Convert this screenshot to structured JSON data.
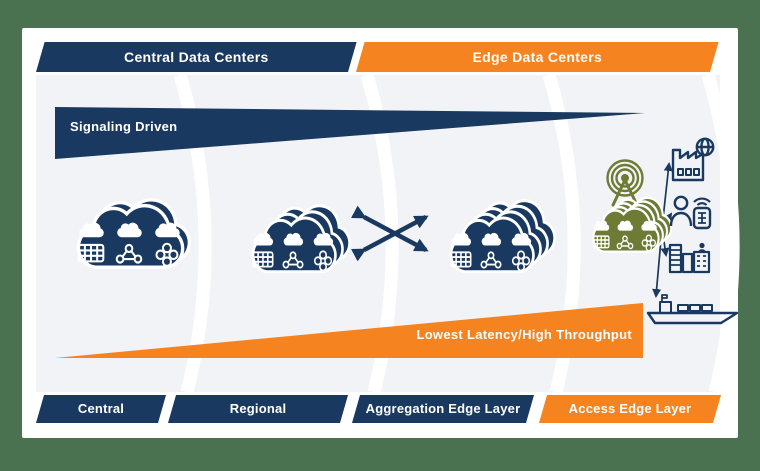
{
  "header": {
    "central_label": "Central Data Centers",
    "edge_label": "Edge Data Centers"
  },
  "flow": {
    "signaling_label": "Signaling Driven",
    "latency_label": "Lowest Latency/High Throughput"
  },
  "layers": [
    {
      "label": "Central",
      "color": "#1A3960",
      "cloud": "central-cloud-icon"
    },
    {
      "label": "Regional",
      "color": "#1A3960",
      "cloud": "regional-cloud-icon"
    },
    {
      "label": "Aggregation Edge Layer",
      "color": "#1A3960",
      "cloud": "aggregation-cloud-icon"
    },
    {
      "label": "Access Edge Layer",
      "color": "#F5831F",
      "cloud": "access-cloud-icon"
    }
  ],
  "icons": {
    "interconnect": "crossed-arrows-icon",
    "radio": "antenna-icon",
    "cloud_contents": [
      "server-grid-icon",
      "network-nodes-icon",
      "cluster-icon"
    ],
    "edge_endpoints": [
      "factory-icon",
      "person-wearable-icon",
      "city-buildings-icon",
      "cargo-ship-icon"
    ]
  },
  "colors": {
    "navy": "#1A3960",
    "orange": "#F5831F",
    "olive": "#6E7B34",
    "frame_green": "#4A7150",
    "panel_gray": "#F1F3F6"
  }
}
